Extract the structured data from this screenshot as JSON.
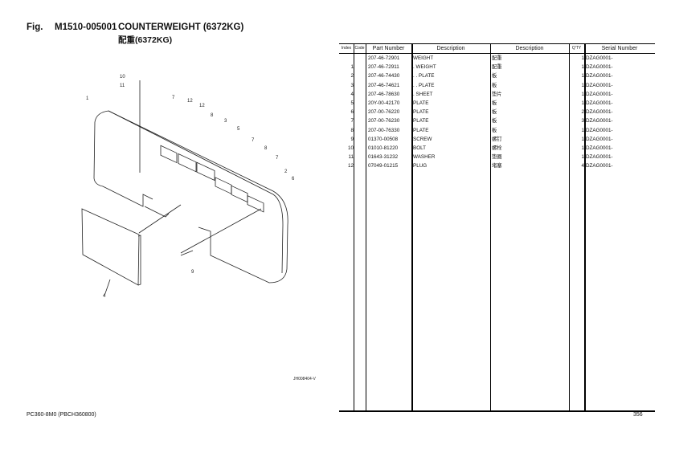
{
  "header": {
    "fig_label": "Fig.",
    "fig_number": "M1510-005001",
    "title": "COUNTERWEIGHT (6372KG)",
    "title_cn": "配重(6372KG)"
  },
  "table": {
    "columns": [
      "Index",
      "Code",
      "Part Number",
      "Description",
      "Description",
      "Q'TY",
      "Serial Number"
    ],
    "rows": [
      {
        "index": "",
        "part": "207-46-72901",
        "desc": "WEIGHT",
        "desc_cn": "配重",
        "qty": "1",
        "serial": "DZAG0001-"
      },
      {
        "index": "1",
        "part": "207-46-72911",
        "desc": ". WEIGHT",
        "desc_cn": "配重",
        "qty": "1",
        "serial": "DZAG0001-"
      },
      {
        "index": "2",
        "part": "207-46-74430",
        "desc": ". . PLATE",
        "desc_cn": "板",
        "qty": "1",
        "serial": "DZAG0001-"
      },
      {
        "index": "3",
        "part": "207-46-74621",
        "desc": ". . PLATE",
        "desc_cn": "板",
        "qty": "1",
        "serial": "DZAG0001-"
      },
      {
        "index": "4",
        "part": "207-46-78630",
        "desc": ". SHEET",
        "desc_cn": "垫片",
        "qty": "1",
        "serial": "DZAG0001-"
      },
      {
        "index": "5",
        "part": "20Y-00-42170",
        "desc": "PLATE",
        "desc_cn": "板",
        "qty": "1",
        "serial": "DZAG0001-"
      },
      {
        "index": "6",
        "part": "207-00-76220",
        "desc": "PLATE",
        "desc_cn": "板",
        "qty": "2",
        "serial": "DZAG0001-"
      },
      {
        "index": "7",
        "part": "207-00-76230",
        "desc": "PLATE",
        "desc_cn": "板",
        "qty": "3",
        "serial": "DZAG0001-"
      },
      {
        "index": "8",
        "part": "207-00-76330",
        "desc": "PLATE",
        "desc_cn": "板",
        "qty": "1",
        "serial": "DZAG0001-"
      },
      {
        "index": "9",
        "part": "01370-00508",
        "desc": "SCREW",
        "desc_cn": "螺钉",
        "qty": "1",
        "serial": "DZAG0001-"
      },
      {
        "index": "10",
        "part": "01010-81220",
        "desc": "BOLT",
        "desc_cn": "螺栓",
        "qty": "1",
        "serial": "DZAG0001-"
      },
      {
        "index": "11",
        "part": "01643-31232",
        "desc": "WASHER",
        "desc_cn": "垫圈",
        "qty": "1",
        "serial": "DZAG0001-"
      },
      {
        "index": "12",
        "part": "07049-01215",
        "desc": "PLUG",
        "desc_cn": "堵塞",
        "qty": "4",
        "serial": "DZAG0001-"
      }
    ]
  },
  "drawing": {
    "callouts": [
      "10",
      "11",
      "1",
      "7",
      "12",
      "12",
      "8",
      "3",
      "5",
      "7",
      "8",
      "7",
      "2",
      "6",
      "9",
      "4"
    ],
    "drawing_code": "JH008404-V"
  },
  "footer": {
    "model": "PC360-8M0 (PBCH360800)",
    "page": "356"
  }
}
